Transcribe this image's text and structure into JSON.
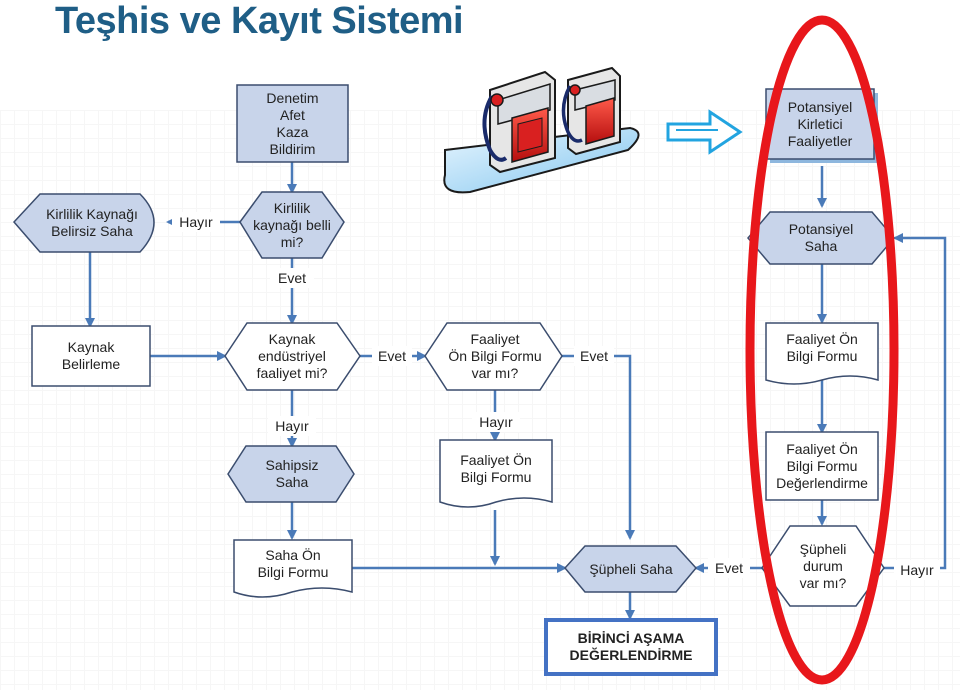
{
  "title": "Teşhis ve Kayıt Sistemi",
  "nodes": {
    "denetim": "Denetim\nAfet\nKaza\nBildirim",
    "kirlilik_belli": "Kirlilik\nkaynağı belli\nmi?",
    "kirlilik_belirsiz": "Kirlilik Kaynağı\nBelirsiz Saha",
    "potansiyel_kirletici": "Potansiyel\nKirletici\nFaaliyetler",
    "potansiyel_saha": "Potansiyel\nSaha",
    "kaynak_belirleme": "Kaynak\nBelirleme",
    "kaynak_endustriyel": "Kaynak\nendüstriyel\nfaaliyet mi?",
    "faaliyet_var_mi": "Faaliyet\nÖn Bilgi Formu\nvar mı?",
    "faaliyet_formu_right": "Faaliyet Ön\nBilgi Formu",
    "sahipsiz_saha": "Sahipsiz\nSaha",
    "faaliyet_formu_mid": "Faaliyet Ön\nBilgi Formu",
    "faaliyet_degerlendirme": "Faaliyet Ön\nBilgi Formu\nDeğerlendirme",
    "saha_on_bilgi": "Saha Ön\nBilgi Formu",
    "supheli_saha": "Şüpheli Saha",
    "supheli_durum": "Şüpheli\ndurum\nvar mı?",
    "birinci_asama": "BİRİNCİ AŞAMA\nDEĞERLENDİRME"
  },
  "edge_labels": {
    "hayir_1": "Hayır",
    "evet_1": "Evet",
    "evet_2": "Evet",
    "evet_3": "Evet",
    "hayir_2": "Hayır",
    "hayir_3": "Hayır",
    "evet_4": "Evet",
    "hayir_4": "Hayır"
  },
  "colors": {
    "title": "#1f5e86",
    "node_fill": "#c8d4ea",
    "node_stroke": "#3b4d6e",
    "arrow": "#4a7ab8",
    "highlight_ellipse": "#e8171b",
    "final_border": "#4472c4"
  },
  "illustration": "fuel-pump-icon"
}
